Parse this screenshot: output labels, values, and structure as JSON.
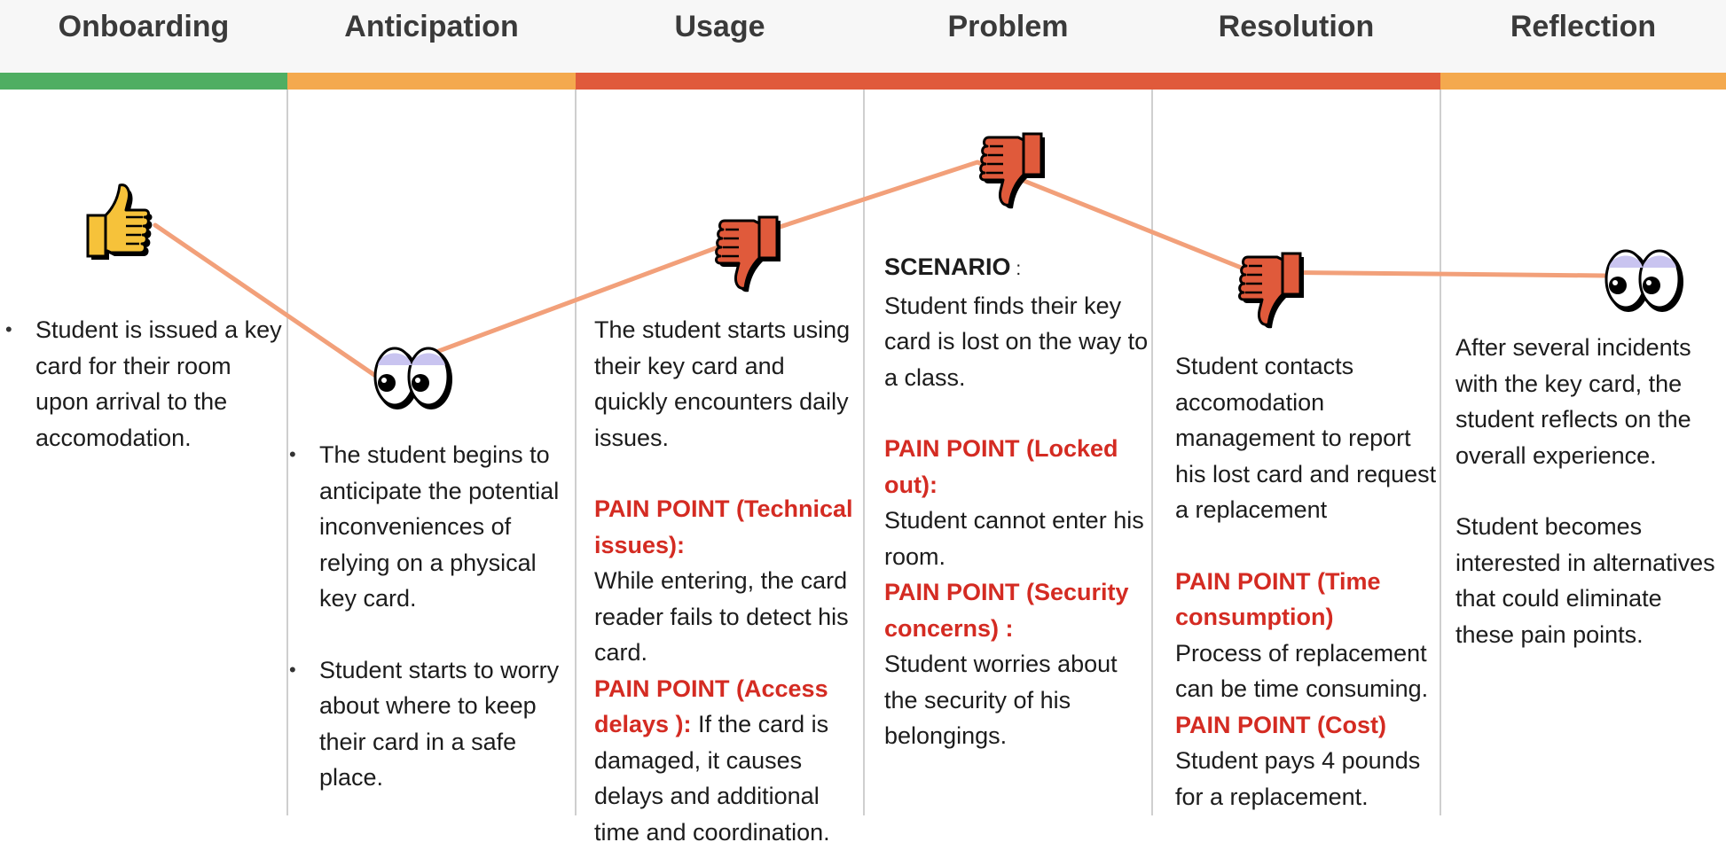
{
  "stages": [
    {
      "title": "Onboarding",
      "bar_color": "#4fae62"
    },
    {
      "title": "Anticipation",
      "bar_color": "#f4a94e"
    },
    {
      "title": "Usage",
      "bar_color": "#e05a3b"
    },
    {
      "title": "Problem",
      "bar_color": "#e05a3b"
    },
    {
      "title": "Resolution",
      "bar_color": "#e05a3b"
    },
    {
      "title": "Reflection",
      "bar_color": "#f4a94e"
    }
  ],
  "emotions": [
    "thumbs-up-icon",
    "eyes-icon",
    "thumbs-down-icon",
    "thumbs-down-icon",
    "thumbs-down-icon",
    "eyes-icon"
  ],
  "colors": {
    "curve": "#f2a07a",
    "pain_point": "#d42b22"
  },
  "onboarding": {
    "bullet1": "Student is issued a key card for their room upon arrival to the accomodation."
  },
  "anticipation": {
    "bullet1": "The student begins to anticipate the potential inconveniences of relying on a physical key card.",
    "bullet2": "Student starts to worry about where to keep their card in a safe place."
  },
  "usage": {
    "intro": "The student starts using their key card and quickly encounters daily issues.",
    "pain1_label": "PAIN POINT (Technical issues):",
    "pain1_text": "While entering, the card reader fails to detect his card.",
    "pain2_label": "PAIN POINT (Access delays ):",
    "pain2_text": " If the card is damaged, it causes delays and additional time and coordination."
  },
  "problem": {
    "scenario_label": "SCENARIO",
    "scenario_colon": " :",
    "scenario_text": "Student finds their key card is lost on the way to a class.",
    "pain1_label": "PAIN POINT (Locked out):",
    "pain1_text": "Student cannot enter his room.",
    "pain2_label": "PAIN POINT (Security concerns) :",
    "pain2_text": "Student worries about the security of his belongings."
  },
  "resolution": {
    "intro": "Student contacts accomodation management to report his lost card and request a replacement",
    "pain1_label": "PAIN POINT (Time consumption)",
    "pain1_text": "Process of replacement can be time consuming.",
    "pain2_label": "PAIN POINT (Cost)",
    "pain2_text": "Student pays 4 pounds for a replacement."
  },
  "reflection": {
    "p1": "After several incidents with the key card, the student reflects on the overall experience.",
    "p2": "Student becomes interested in alternatives that could eliminate these pain points."
  }
}
